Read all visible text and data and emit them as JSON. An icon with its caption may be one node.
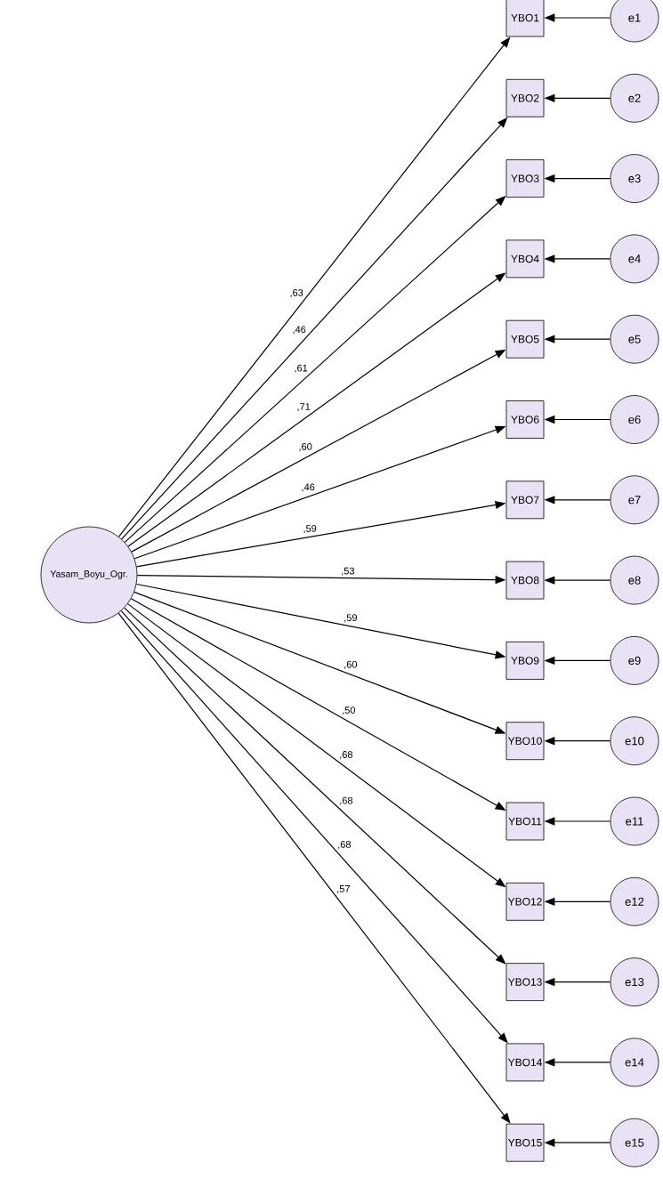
{
  "diagram": {
    "nodes": [
      {
        "text": [
          "Yasam_Boyu_Ogr."
        ]
      },
      {
        "text": [
          "YBO1"
        ]
      },
      {
        "text": [
          "YBO2"
        ]
      },
      {
        "text": [
          "YBO3"
        ]
      },
      {
        "text": [
          "YBO4"
        ]
      },
      {
        "text": [
          "YBO5"
        ]
      },
      {
        "text": [
          "YBO6"
        ]
      },
      {
        "text": [
          "YBO7"
        ]
      },
      {
        "text": [
          "YBO8"
        ]
      },
      {
        "text": [
          "YBO9"
        ]
      },
      {
        "text": [
          "YBO10"
        ]
      },
      {
        "text": [
          "YBO11"
        ]
      },
      {
        "text": [
          "YBO12"
        ]
      },
      {
        "text": [
          "YBO13"
        ]
      },
      {
        "text": [
          "YBO14"
        ]
      },
      {
        "text": [
          "YBO15"
        ]
      },
      {
        "text": [
          "e1"
        ]
      },
      {
        "text": [
          "e2"
        ]
      },
      {
        "text": [
          "e3"
        ]
      },
      {
        "text": [
          "e4"
        ]
      },
      {
        "text": [
          "e5"
        ]
      },
      {
        "text": [
          "e6"
        ]
      },
      {
        "text": [
          "e7"
        ]
      },
      {
        "text": [
          "e8"
        ]
      },
      {
        "text": [
          "e9"
        ]
      },
      {
        "text": [
          "e10"
        ]
      },
      {
        "text": [
          "e11"
        ]
      },
      {
        "text": [
          "e12"
        ]
      },
      {
        "text": [
          "e13"
        ]
      },
      {
        "text": [
          "e14"
        ]
      },
      {
        "text": [
          "e15"
        ]
      }
    ],
    "edges": [
      {
        "from": 0,
        "to": 1,
        "arrow": "to",
        "label": ",63"
      },
      {
        "from": 0,
        "to": 2,
        "arrow": "to",
        "label": ",46"
      },
      {
        "from": 0,
        "to": 3,
        "arrow": "to",
        "label": ",61"
      },
      {
        "from": 0,
        "to": 4,
        "arrow": "to",
        "label": ",71"
      },
      {
        "from": 0,
        "to": 5,
        "arrow": "to",
        "label": ",60"
      },
      {
        "from": 0,
        "to": 6,
        "arrow": "to",
        "label": ",46"
      },
      {
        "from": 0,
        "to": 7,
        "arrow": "to",
        "label": ",59"
      },
      {
        "from": 0,
        "to": 8,
        "arrow": "to",
        "label": ",53"
      },
      {
        "from": 0,
        "to": 9,
        "arrow": "to",
        "label": ",59"
      },
      {
        "from": 0,
        "to": 10,
        "arrow": "to",
        "label": ",60"
      },
      {
        "from": 0,
        "to": 11,
        "arrow": "to",
        "label": ",50"
      },
      {
        "from": 0,
        "to": 12,
        "arrow": "to",
        "label": ",68"
      },
      {
        "from": 0,
        "to": 13,
        "arrow": "to",
        "label": ",68"
      },
      {
        "from": 0,
        "to": 14,
        "arrow": "to",
        "label": ",68"
      },
      {
        "from": 0,
        "to": 15,
        "arrow": "to",
        "label": ",57"
      },
      {
        "from": 16,
        "to": 1,
        "arrow": "to"
      },
      {
        "from": 17,
        "to": 2,
        "arrow": "to"
      },
      {
        "from": 18,
        "to": 3,
        "arrow": "to"
      },
      {
        "from": 19,
        "to": 4,
        "arrow": "to"
      },
      {
        "from": 20,
        "to": 5,
        "arrow": "to"
      },
      {
        "from": 21,
        "to": 6,
        "arrow": "to"
      },
      {
        "from": 22,
        "to": 7,
        "arrow": "to"
      },
      {
        "from": 23,
        "to": 8,
        "arrow": "to"
      },
      {
        "from": 24,
        "to": 9,
        "arrow": "to"
      },
      {
        "from": 25,
        "to": 10,
        "arrow": "to"
      },
      {
        "from": 26,
        "to": 11,
        "arrow": "to"
      },
      {
        "from": 27,
        "to": 12,
        "arrow": "to"
      },
      {
        "from": 28,
        "to": 13,
        "arrow": "to"
      },
      {
        "from": 29,
        "to": 14,
        "arrow": "to"
      },
      {
        "from": 30,
        "to": 15,
        "arrow": "to"
      }
    ]
  }
}
